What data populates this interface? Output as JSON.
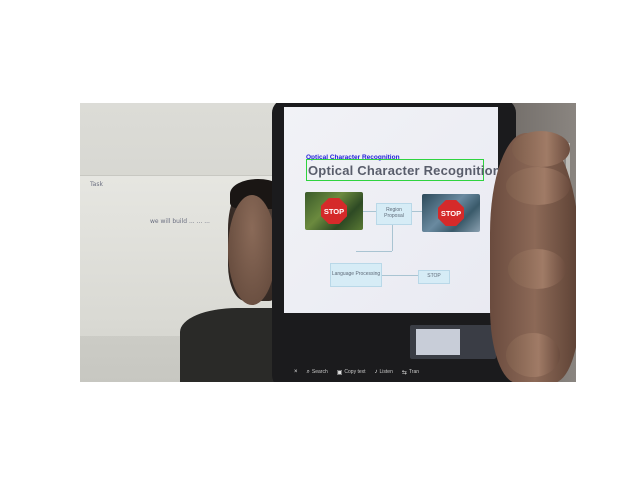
{
  "phone_screen": {
    "title": "Optical Character Recognition",
    "detection_label": "Optical Character Recognition",
    "detection_box_color": "#2fd33f",
    "detection_label_color": "#2020d8",
    "stop_sign_text_left": "STOP",
    "stop_sign_text_right": "STOP",
    "flow_nodes": [
      {
        "label": "Region Proposal"
      },
      {
        "label": "Language Processing"
      },
      {
        "label": "STOP"
      }
    ]
  },
  "phone_nav": [
    {
      "icon": "close-icon",
      "label": "×"
    },
    {
      "icon": "search-icon",
      "label": "Search"
    },
    {
      "icon": "copy-icon",
      "label": "Copy text"
    },
    {
      "icon": "listen-icon",
      "label": "Listen"
    },
    {
      "icon": "translate-icon",
      "label": "Tran"
    }
  ],
  "whiteboard_notes": [
    "Task",
    "we will build ... ... ..."
  ]
}
